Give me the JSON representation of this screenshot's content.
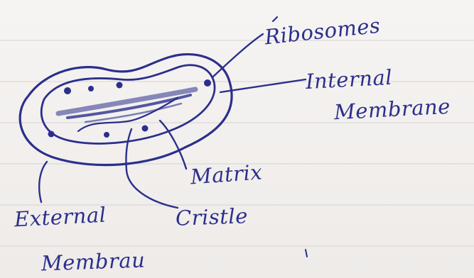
{
  "labels": {
    "ribosomes": "Ribosomes",
    "internal_membrane_line1": "Internal",
    "internal_membrane_line2": "Membrane",
    "matrix": "Matrix",
    "external_membrane_line1": "External",
    "external_membrane_line2": "Membrau",
    "cristae": "Cristle"
  },
  "colors": {
    "ink": "#2b2f8c",
    "paper": "#f3f0ee",
    "rule_line": "#cdc8c8"
  }
}
